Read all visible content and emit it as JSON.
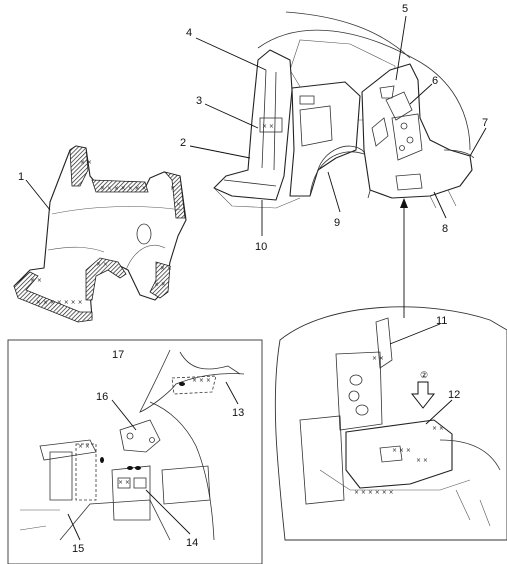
{
  "callouts": {
    "c1": "1",
    "c2": "2",
    "c3": "3",
    "c4": "4",
    "c5": "5",
    "c6": "6",
    "c7": "7",
    "c8": "8",
    "c9": "9",
    "c10": "10",
    "c11": "11",
    "c12": "12",
    "c13": "13",
    "c14": "14",
    "c15": "15",
    "c16": "16",
    "c17": "17"
  },
  "weld_mark": "×",
  "circle_marker": "②"
}
